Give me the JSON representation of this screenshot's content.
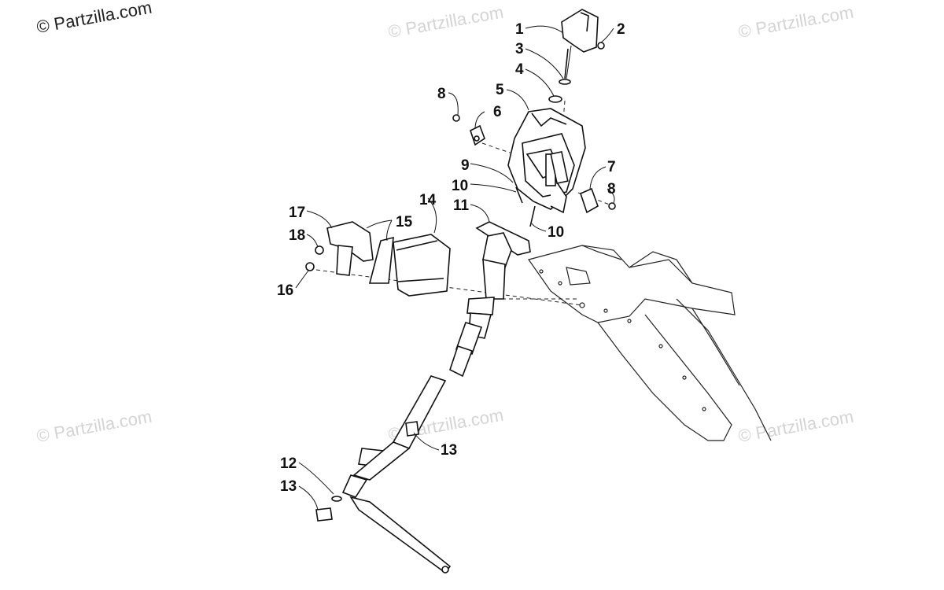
{
  "watermarks": {
    "main": "© Partzilla.com",
    "faint": "© Partzilla.com"
  },
  "callouts": {
    "c1": "1",
    "c2": "2",
    "c3": "3",
    "c4": "4",
    "c5": "5",
    "c6": "6",
    "c7": "7",
    "c8a": "8",
    "c8b": "8",
    "c9": "9",
    "c10a": "10",
    "c10b": "10",
    "c11": "11",
    "c12": "12",
    "c13a": "13",
    "c13b": "13",
    "c14": "14",
    "c15": "15",
    "c16": "16",
    "c17": "17",
    "c18": "18"
  }
}
